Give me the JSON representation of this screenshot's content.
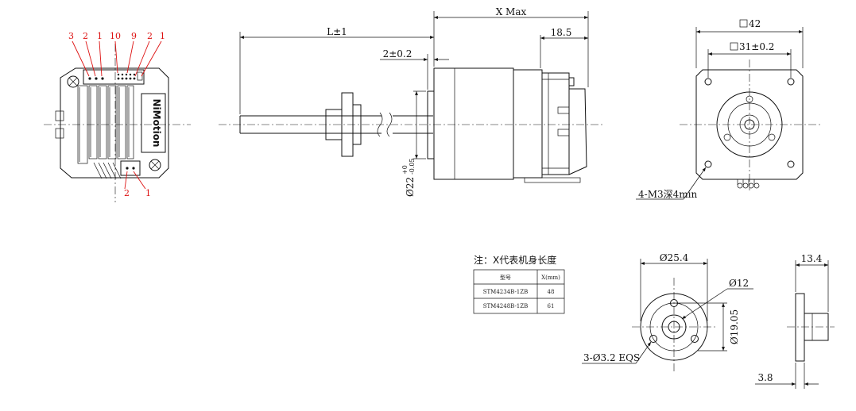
{
  "connector_pins": {
    "top": [
      "3",
      "2",
      "1",
      "10",
      "9",
      "2",
      "1"
    ],
    "bottom": [
      "2",
      "1"
    ]
  },
  "brand_text": "NiMotion",
  "side_view": {
    "overall_length": "X Max",
    "screw_length": "L±1",
    "tail_length": "18.5",
    "shaft_offset": "2±0.2",
    "boss_diameter": "Ø22",
    "boss_tol_upper": "+0",
    "boss_tol_lower": "-0.05"
  },
  "front_view": {
    "frame_size": "42",
    "hole_pitch": "31±0.2",
    "mount_holes": "4-M3深4min"
  },
  "note": {
    "title": "注：X代表机身长度",
    "headers": [
      "型号",
      "X(mm)"
    ],
    "rows": [
      [
        "STM4234B-1ZB",
        "48"
      ],
      [
        "STM4248B-1ZB",
        "61"
      ]
    ]
  },
  "nut_view": {
    "flange_diameter": "Ø25.4",
    "hub_diameter": "Ø12",
    "pcd": "Ø19.05",
    "holes": "3-Ø3.2 EQS",
    "length": "13.4",
    "flange_thickness": "3.8"
  }
}
